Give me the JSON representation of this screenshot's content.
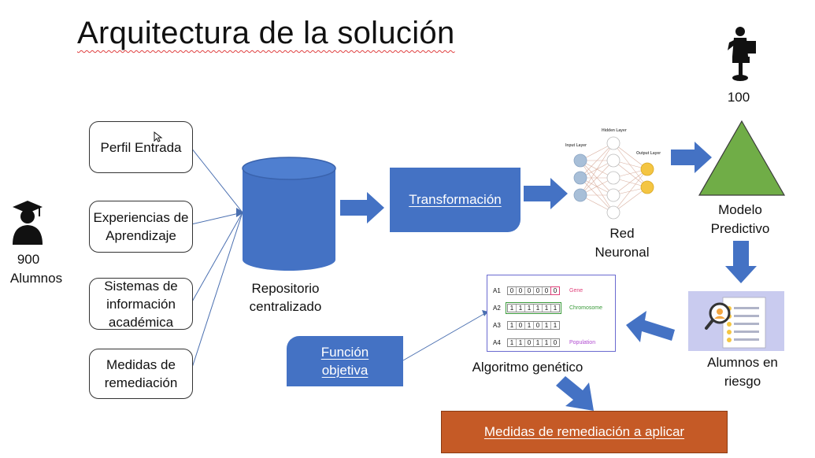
{
  "title": "Arquitectura de la solución",
  "students": {
    "count": "900",
    "label": "Alumnos"
  },
  "teacher": {
    "count": "100"
  },
  "sources": [
    "Perfil Entrada",
    "Experiencias de Aprendizaje",
    "Sistemas de información académica",
    "Medidas de remediación"
  ],
  "repository_label": "Repositorio centralizado",
  "transform_label": "Transformación",
  "neural_net": {
    "label": "Red Neuronal",
    "input_layer": "Input Layer",
    "hidden_layer": "Hidden Layer",
    "output_layer": "Output Layer"
  },
  "model_label": "Modelo Predictivo",
  "risk_label": "Alumnos en riesgo",
  "genetic": {
    "label": "Algoritmo genético",
    "rows": [
      {
        "id": "A1",
        "bits": [
          "0",
          "0",
          "0",
          "0",
          "0",
          "0"
        ]
      },
      {
        "id": "A2",
        "bits": [
          "1",
          "1",
          "1",
          "1",
          "1",
          "1"
        ]
      },
      {
        "id": "A3",
        "bits": [
          "1",
          "0",
          "1",
          "0",
          "1",
          "1"
        ]
      },
      {
        "id": "A4",
        "bits": [
          "1",
          "1",
          "0",
          "1",
          "1",
          "0"
        ]
      }
    ],
    "gene": "Gene",
    "chromosome": "Chromosome",
    "population": "Population"
  },
  "objective_label": "Función objetiva",
  "remediation_label": "Medidas de remediación a aplicar",
  "colors": {
    "primary": "#4472c4",
    "triangle": "#70ad47",
    "bottom": "#c55a26",
    "panel": "#c9cbef"
  }
}
